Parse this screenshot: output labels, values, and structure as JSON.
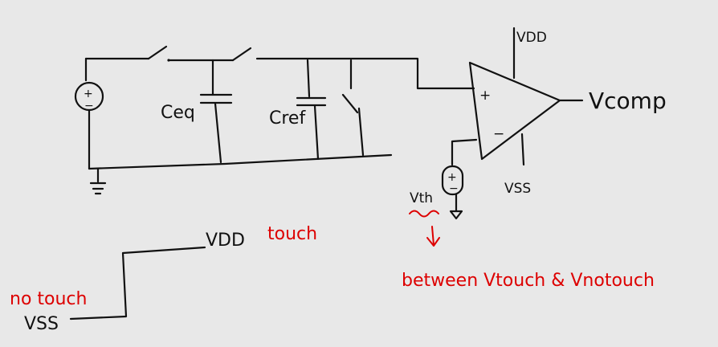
{
  "colors": {
    "background": "#e8e8e8",
    "ink": "#111111",
    "annotation": "#dd0000"
  },
  "labels": {
    "source_plus": "+",
    "source_minus": "−",
    "ceq": "Ceq",
    "cref": "Cref",
    "opamp_plus": "+",
    "opamp_minus": "−",
    "vdd_top": "VDD",
    "vss_right": "VSS",
    "vcomp": "Vcomp",
    "vth": "Vth",
    "vth_source_plus": "+",
    "vth_source_minus": "−",
    "vdd_wave": "VDD",
    "vss_wave": "VSS"
  },
  "annotations": {
    "touch": "touch",
    "no_touch": "no touch",
    "between": "between Vtouch & Vnotouch"
  },
  "icons": [
    "ground-icon",
    "voltage-source-icon",
    "capacitor-icon",
    "switch-icon",
    "opamp-icon",
    "arrow-down-icon"
  ]
}
